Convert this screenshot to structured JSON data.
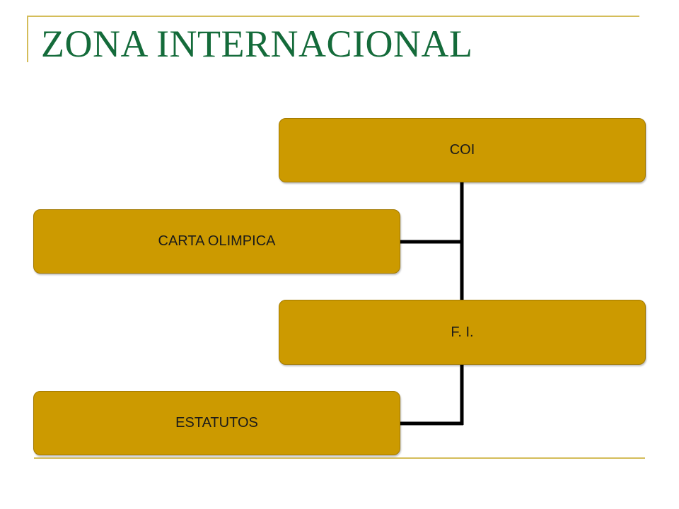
{
  "slide": {
    "title": "ZONA INTERNACIONAL"
  },
  "diagram": {
    "nodes": {
      "coi": "COI",
      "carta": "CARTA OLIMPICA",
      "fi": "F. I.",
      "estatutos": "ESTATUTOS"
    }
  },
  "colors": {
    "title": "#146b3a",
    "node_fill": "#cc9a00",
    "frame_line": "#d4bd5a",
    "connector": "#000000"
  }
}
